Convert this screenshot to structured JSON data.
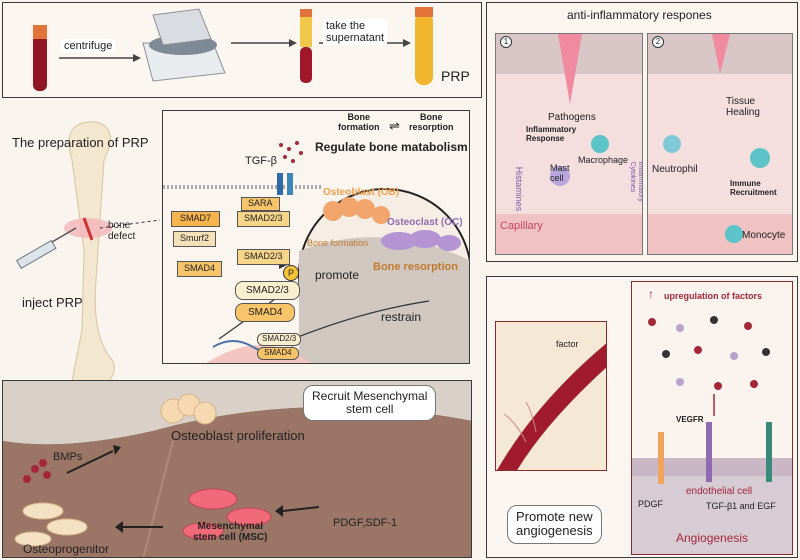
{
  "prp_prep": {
    "centrifuge_label": "centrifuge",
    "supernatant_label": "take the\nsupernatant",
    "prp_label": "PRP"
  },
  "left": {
    "title": "The preparation of PRP",
    "bone_defect": "bone\ndefect",
    "inject": "inject PRP"
  },
  "center": {
    "bone_formation": "Bone\nformation",
    "bone_resorption": "Bone\nresorption",
    "regulate": "Regulate bone matabolism",
    "tgf": "TGF-β",
    "sara": "SARA",
    "smad7": "SMAD7",
    "smurf2": "Smurf2",
    "smad23a": "SMAD2/3",
    "smad23b": "SMAD2/3",
    "smad4a": "SMAD4",
    "smad23c": "SMAD2/3",
    "smad4b": "SMAD4",
    "smad23d": "SMAD2/3",
    "smad4c": "SMAD4",
    "p": "P",
    "osteoblast": "Osteoblast (OB)",
    "osteoclast": "Osteoclast (OC)",
    "bone_formation2": "Bone formation",
    "bone_resorption2": "Bone resorption",
    "promote": "promote",
    "restrain": "restrain"
  },
  "inflam": {
    "title": "anti-inflammatory respones",
    "n1": "1",
    "n2": "2",
    "pathogens": "Pathogens",
    "inflam_resp": "Inflammatory\nResponse",
    "macrophage": "Macrophage",
    "histamines": "Histamines",
    "mast": "Mast\ncell",
    "cytokines": "Inflammatory\nCytokines",
    "capillary": "Capillary",
    "tissue": "Tissue\nHealing",
    "neutrophil": "Neutrophil",
    "immune": "Immune\nRecruitment",
    "monocyte": "Monocyte"
  },
  "bottom": {
    "recruit": "Recruit Mesenchymal\nstem cell",
    "ob_prolif": "Osteoblast proliferation",
    "bmps": "BMPs",
    "msc": "Mesenchymal\nstem cell (MSC)",
    "pdgf_sdf": "PDGF,SDF-1",
    "osteoprog": "Osteoprogenitor"
  },
  "angio": {
    "factor": "factor",
    "upreg": "upregulation of factors",
    "vegfr": "VEGFR",
    "pdgf": "PDGF",
    "endo": "endothelial cell",
    "tgf_egf": "TGF-β1 and  EGF",
    "angiogenesis": "Angiogenesis",
    "promote_new": "Promote new\nangiogenesis",
    "arrow": "↑"
  },
  "colors": {
    "blood": "#a8182a",
    "orange": "#f2a35a",
    "purple": "#8e6bb0",
    "pink": "#f4b6b8"
  }
}
